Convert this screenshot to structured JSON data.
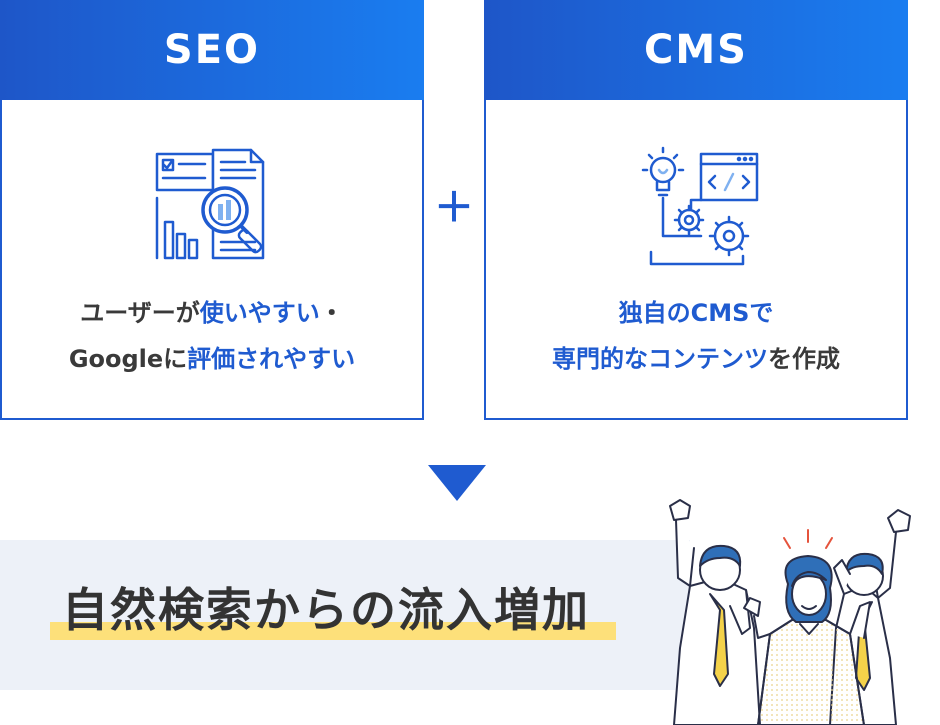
{
  "seo": {
    "title": "SEO",
    "line1_dark": "ユーザーが",
    "line1_blue": "使いやすい",
    "line1_tail": "・",
    "line2_dark": "Googleに",
    "line2_blue": "評価されやすい",
    "icon": "seo-analysis-icon"
  },
  "cms": {
    "title": "CMS",
    "line1": "独自のCMSで",
    "line2_blue": "専門的なコンテンツ",
    "line2_dark": "を作成",
    "icon": "cms-gear-code-icon"
  },
  "plus": "＋",
  "result": {
    "text": "自然検索からの流入増加"
  },
  "colors": {
    "primary": "#1f5bd0",
    "highlight": "#fde07a",
    "band": "#edf1f8"
  }
}
